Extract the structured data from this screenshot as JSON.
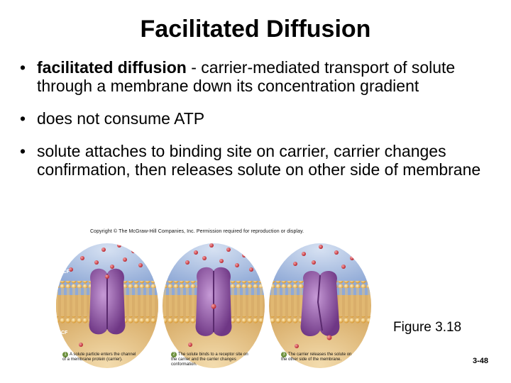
{
  "title": "Facilitated Diffusion",
  "bullets": [
    {
      "term": "facilitated diffusion",
      "text": " - carrier-mediated transport of solute through a membrane down its concentration gradient"
    },
    {
      "term": "",
      "text": "does not consume ATP"
    },
    {
      "term": "",
      "text": "solute attaches to binding site on carrier, carrier changes confirmation, then releases solute on other side of membrane"
    }
  ],
  "bullet_symbol": "•",
  "figure": {
    "copyright": "Copyright © The McGraw-Hill Companies, Inc. Permission required for reproduction or display.",
    "ecf_label": "ECF",
    "icf_label": "ICF",
    "steps": [
      {
        "number": "1",
        "text": "A solute particle enters the channel of a membrane protein (carrier)."
      },
      {
        "number": "2",
        "text": "The solute binds to a receptor site on the carrier and the carrier changes conformation."
      },
      {
        "number": "3",
        "text": "The carrier releases the solute on the other side of the membrane."
      }
    ],
    "colors": {
      "ecf": "#a8bde0",
      "icf": "#e7c489",
      "membrane": "#e8b55a",
      "carrier": "#8b4c9c",
      "solute": "#c9373f"
    }
  },
  "figure_ref": "Figure 3.18",
  "page_number": "3-48"
}
